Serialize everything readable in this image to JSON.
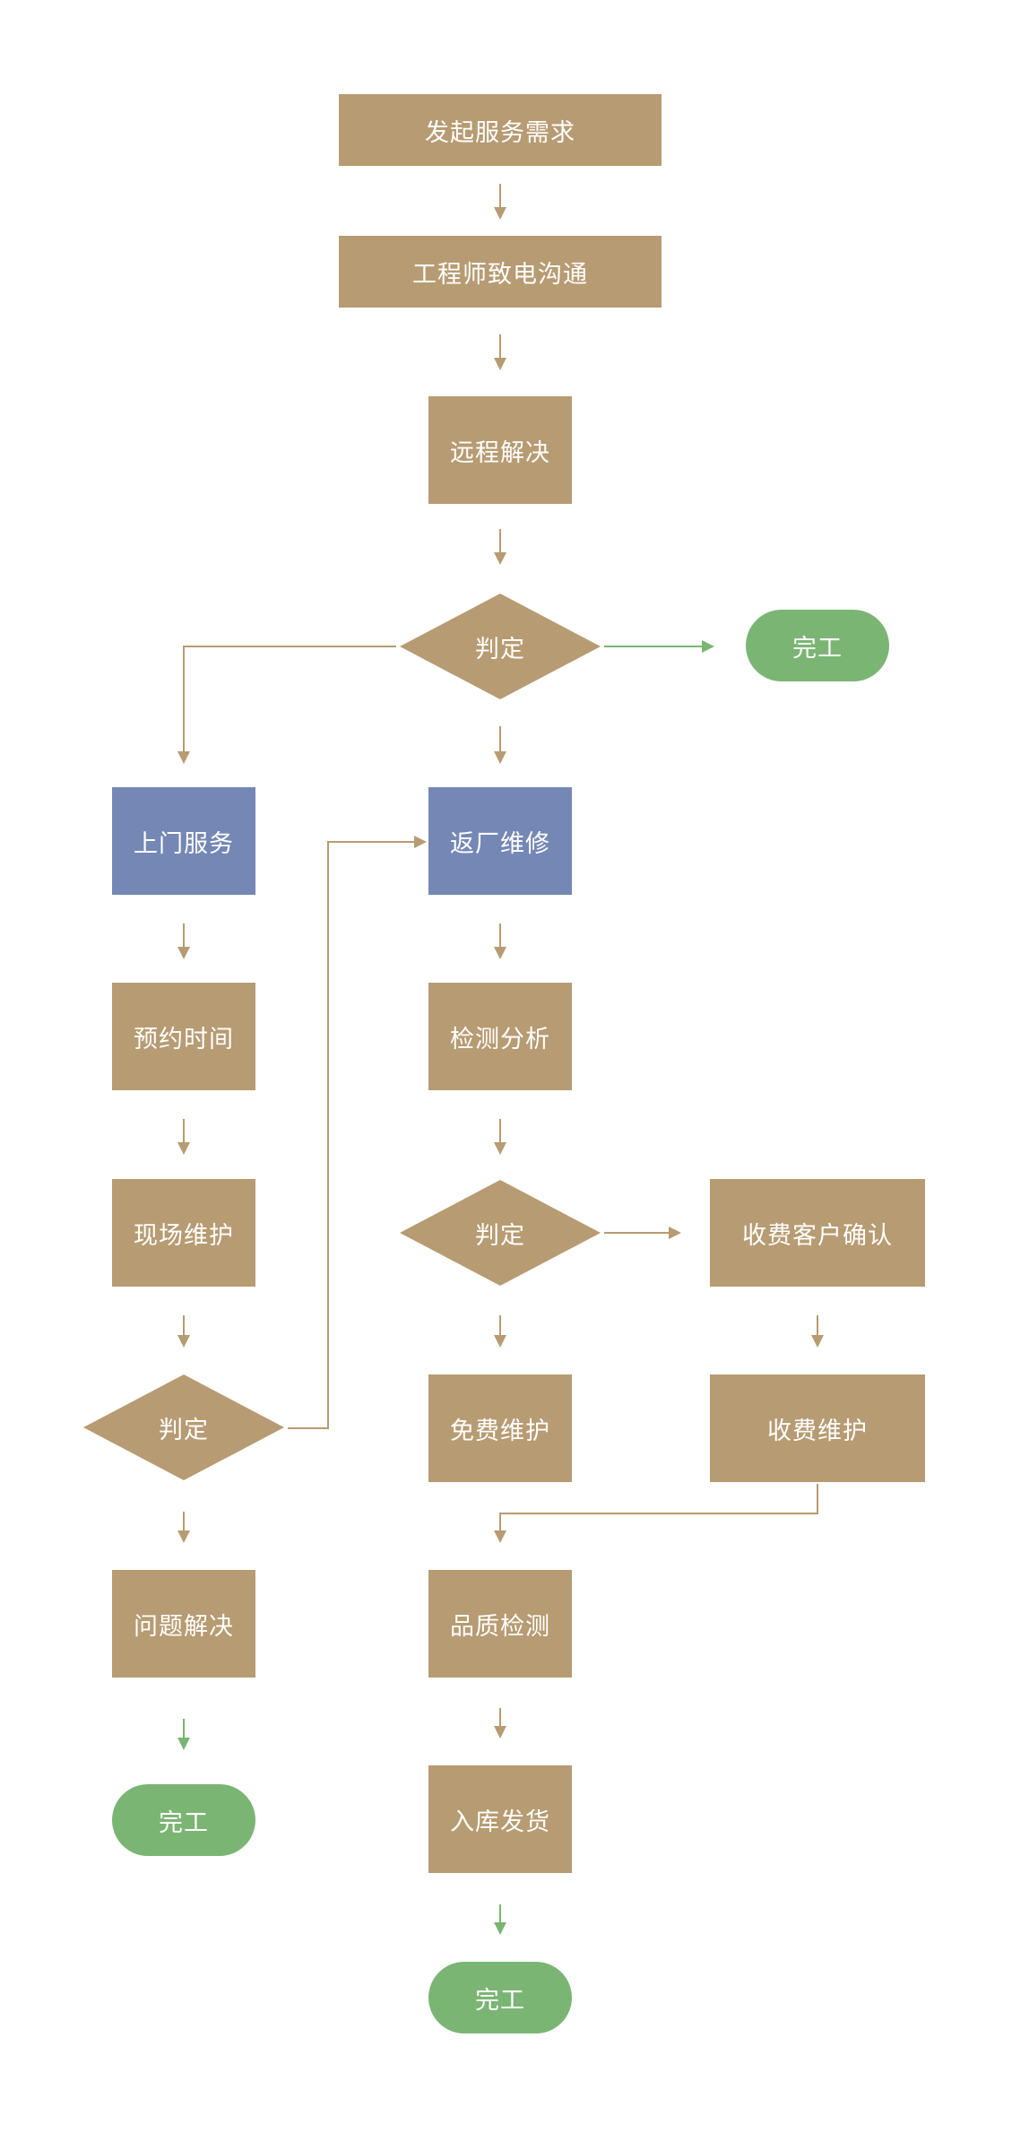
{
  "colors": {
    "box": "#b79b72",
    "box_highlight": "#7588b5",
    "terminal": "#7bb574",
    "connector": "#b79b72",
    "connector_done": "#7bb574",
    "text": "#ffffff"
  },
  "nodes": {
    "start": "发起服务需求",
    "engineer_call": "工程师致电沟通",
    "remote_fix": "远程解决",
    "decision_1": "判定",
    "done_1": "完工",
    "onsite_service": "上门服务",
    "return_repair": "返厂维修",
    "appointment": "预约时间",
    "inspection": "检测分析",
    "field_maintenance": "现场维护",
    "decision_2": "判定",
    "paid_confirm": "收费客户确认",
    "decision_3": "判定",
    "free_maintenance": "免费维护",
    "paid_maintenance": "收费维护",
    "problem_solved": "问题解决",
    "quality_check": "品质检测",
    "done_2": "完工",
    "warehouse_ship": "入库发货",
    "done_3": "完工"
  }
}
